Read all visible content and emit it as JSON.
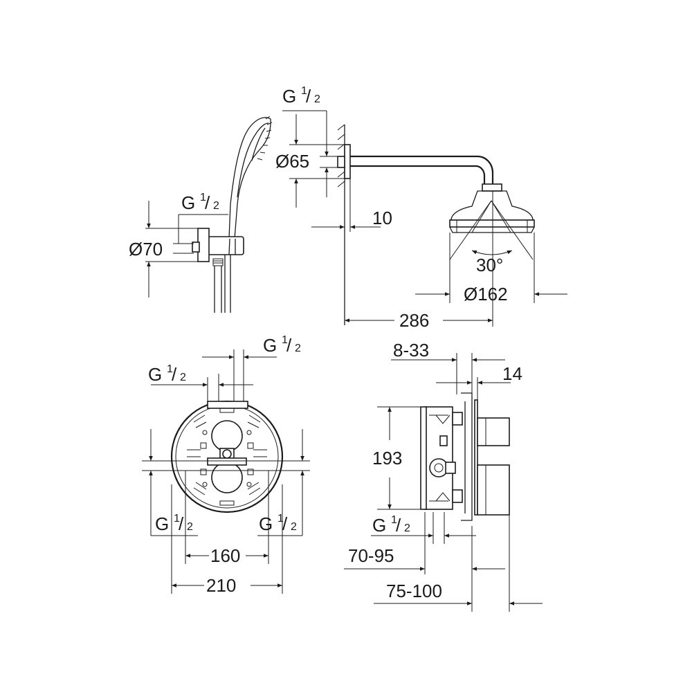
{
  "labels": {
    "thread_half": {
      "prefix": "G",
      "num": "1",
      "slash": "/",
      "den": "2"
    },
    "dia_65": "Ø65",
    "dia_70": "Ø70",
    "dim_10": "10",
    "angle_30": "30°",
    "dia_162": "Ø162",
    "dim_286": "286",
    "dim_8_33": "8-33",
    "dim_14": "14",
    "dim_193": "193",
    "dim_160": "160",
    "dim_210": "210",
    "dim_70_95": "70-95",
    "dim_75_100": "75-100"
  }
}
